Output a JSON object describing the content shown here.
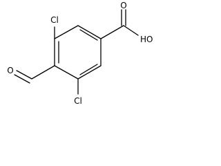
{
  "molecule": {
    "atoms": {
      "cl_top": "Cl",
      "cl_bottom": "Cl",
      "carbonyl_o": "O",
      "acid_o": "O",
      "acid_oh": "HO"
    }
  },
  "colors": {
    "bond": "#000000",
    "label": "#000000",
    "background": "#ffffff"
  }
}
